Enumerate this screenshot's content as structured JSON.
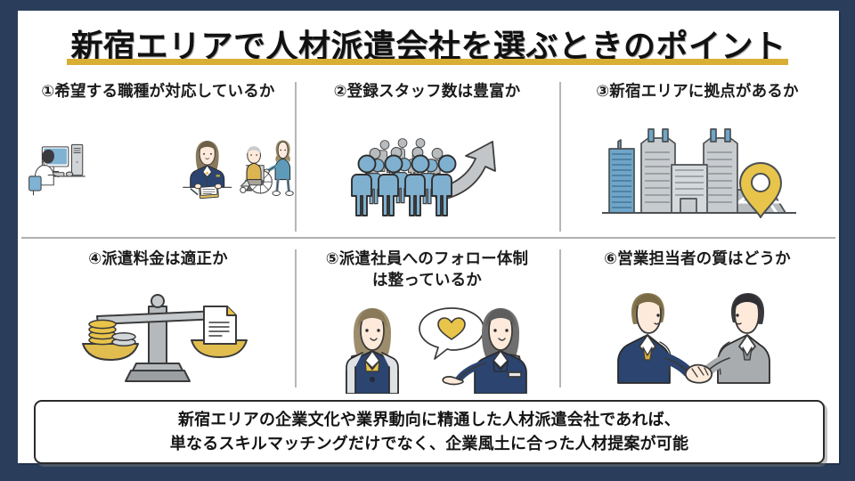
{
  "theme": {
    "frame_navy": "#2a3e5b",
    "accent_gold": "#d9ae35",
    "ink": "#1b1b1b",
    "figure_blue": "#6ea5c9",
    "figure_navy": "#2c4470",
    "figure_gray": "#b9bcbe"
  },
  "title": {
    "text": "新宿エリアで人材派遣会社を選ぶときのポイント"
  },
  "points": [
    {
      "id": 1,
      "heading": "①希望する職種が対応しているか",
      "art": "office-worker-clerk-caregiver-illustration"
    },
    {
      "id": 2,
      "heading": "②登録スタッフ数は豊富か",
      "art": "crowd-of-people-with-up-arrow-illustration"
    },
    {
      "id": 3,
      "heading": "③新宿エリアに拠点があるか",
      "art": "tokyo-metropolitan-building-with-map-pin-illustration"
    },
    {
      "id": 4,
      "heading": "④派遣料金は適正か",
      "art": "balance-scale-coins-and-document-illustration"
    },
    {
      "id": 5,
      "heading_line1": "⑤派遣社員へのフォロー体制",
      "heading_line2": "は整っているか",
      "art": "two-staff-women-with-heart-speech-bubble-illustration"
    },
    {
      "id": 6,
      "heading": "⑥営業担当者の質はどうか",
      "art": "two-businessmen-handshake-illustration"
    }
  ],
  "summary": {
    "line1": "新宿エリアの企業文化や業界動向に精通した人材派遣会社であれば、",
    "line2": "単なるスキルマッチングだけでなく、企業風土に合った人材提案が可能"
  }
}
